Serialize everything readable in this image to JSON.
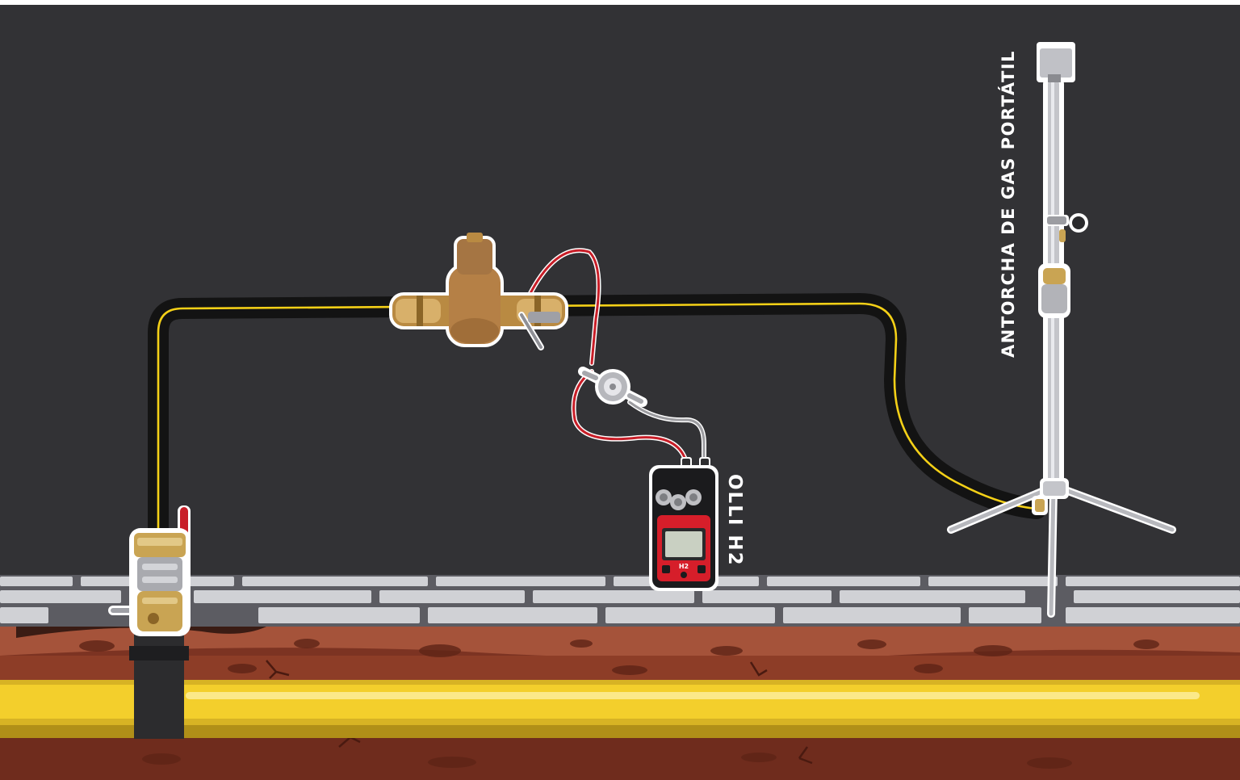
{
  "labels": {
    "torch": "ANTORCHA DE GAS PORTÁTIL",
    "detector": "OLLI H2"
  },
  "detector_screen": {
    "gas": "H2"
  },
  "colors": {
    "background": "#323235",
    "hose": "#131313",
    "hose_stripe": "#f4d017",
    "red_line": "#c81e28",
    "brass": "#c9a453",
    "soil": "#8a3c24",
    "main_pipe": "#f3cf2c"
  }
}
